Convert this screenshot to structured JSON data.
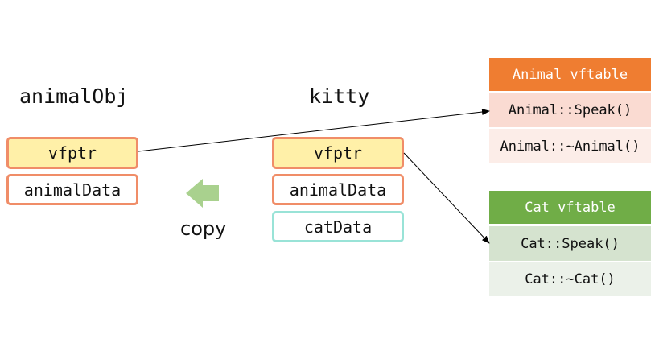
{
  "animal_obj": {
    "title": "animalObj",
    "fields": [
      "vfptr",
      "animalData"
    ]
  },
  "kitty": {
    "title": "kitty",
    "fields": [
      "vfptr",
      "animalData",
      "catData"
    ]
  },
  "copy_label": "copy",
  "animal_vftable": {
    "title": "Animal vftable",
    "entries": [
      "Animal::Speak()",
      "Animal::~Animal()"
    ]
  },
  "cat_vftable": {
    "title": "Cat vftable",
    "entries": [
      "Cat::Speak()",
      "Cat::~Cat()"
    ]
  },
  "colors": {
    "vfptr_fill": "#fff0a8",
    "field_border": "#f08d68",
    "catdata_border": "#99e3d7",
    "animal_header": "#ef7d31",
    "animal_row_1": "#fadbd2",
    "animal_row_2": "#fcede8",
    "cat_header": "#70ad47",
    "cat_row_1": "#d5e3cf",
    "cat_row_2": "#ebf1e9",
    "copy_arrow": "#a9d18e"
  }
}
